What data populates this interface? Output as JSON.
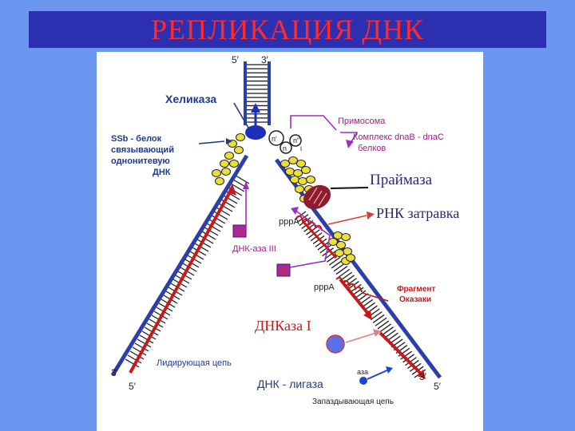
{
  "title": "РЕПЛИКАЦИЯ ДНК",
  "labels": {
    "five_prime_top": "5′",
    "three_prime_top": "3′",
    "helicase": "Хеликаза",
    "ssb": [
      "SSb - белок",
      "связывающий",
      "однонитевую",
      "ДНК"
    ],
    "primosome": "Примосома",
    "complex": [
      "Комплекс dnaB - dnaC",
      "белков"
    ],
    "n_prime": "n′",
    "n": "n",
    "n_dprime": "n″",
    "i": "i",
    "primase": "Праймаза",
    "ppp_a_top": "pppA",
    "rna_primer": "РНК затравка",
    "dna_pol_iii": "ДНК-аза III",
    "ppp_a_bottom": "pppA",
    "okazaki": [
      "Фрагмент",
      "Оказаки"
    ],
    "dnase_i": "ДНКаза I",
    "leading": "Лидирующая цепь",
    "ligase": "ДНК - лигаза",
    "lagging": "Запаздывающая цепь",
    "aza": "аза",
    "three_prime_left": "3′",
    "five_prime_left": "5′",
    "three_prime_right": "3′",
    "five_prime_right": "5′"
  },
  "colors": {
    "background": "#6b97f0",
    "title_bar": "#2b2fb0",
    "title_text": "#ff2a2a",
    "strand_blue": "#2c3fa8",
    "strand_red": "#d01818",
    "label_navy": "#1f3a8c",
    "label_purple": "#9b1e8a",
    "arrow_purple": "#9b30c0",
    "ssb_yellow": "#ecdf3a",
    "primase_maroon": "#8e1c2c",
    "pol_square": "#a52aa0",
    "ligase_blue": "#1a47c8",
    "dnase_ball": "#5c6ee8"
  }
}
